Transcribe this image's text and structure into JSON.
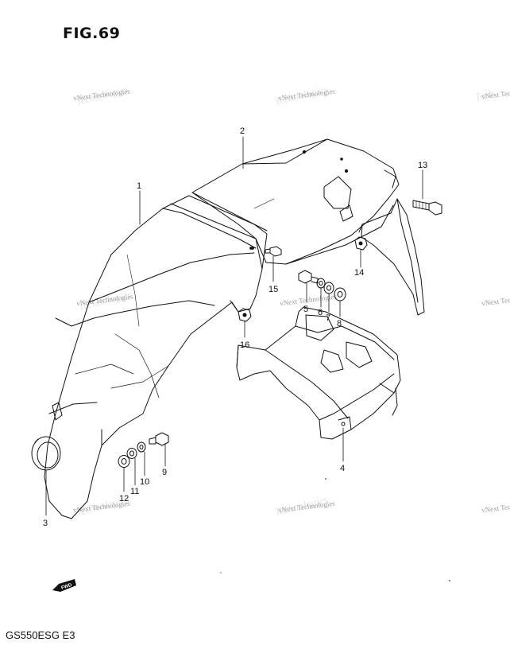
{
  "figure_title": "FIG.69",
  "model_code": "GS550ESG E3",
  "watermark_text": "vNext Technologies",
  "fwd_label": "FWD",
  "callouts": [
    "1",
    "2",
    "3",
    "4",
    "5",
    "6",
    "7",
    "8",
    "9",
    "10",
    "11",
    "12",
    "13",
    "14",
    "15",
    "16"
  ],
  "colors": {
    "ink": "#111111",
    "watermark": "#9a9a9a",
    "background": "#ffffff"
  }
}
